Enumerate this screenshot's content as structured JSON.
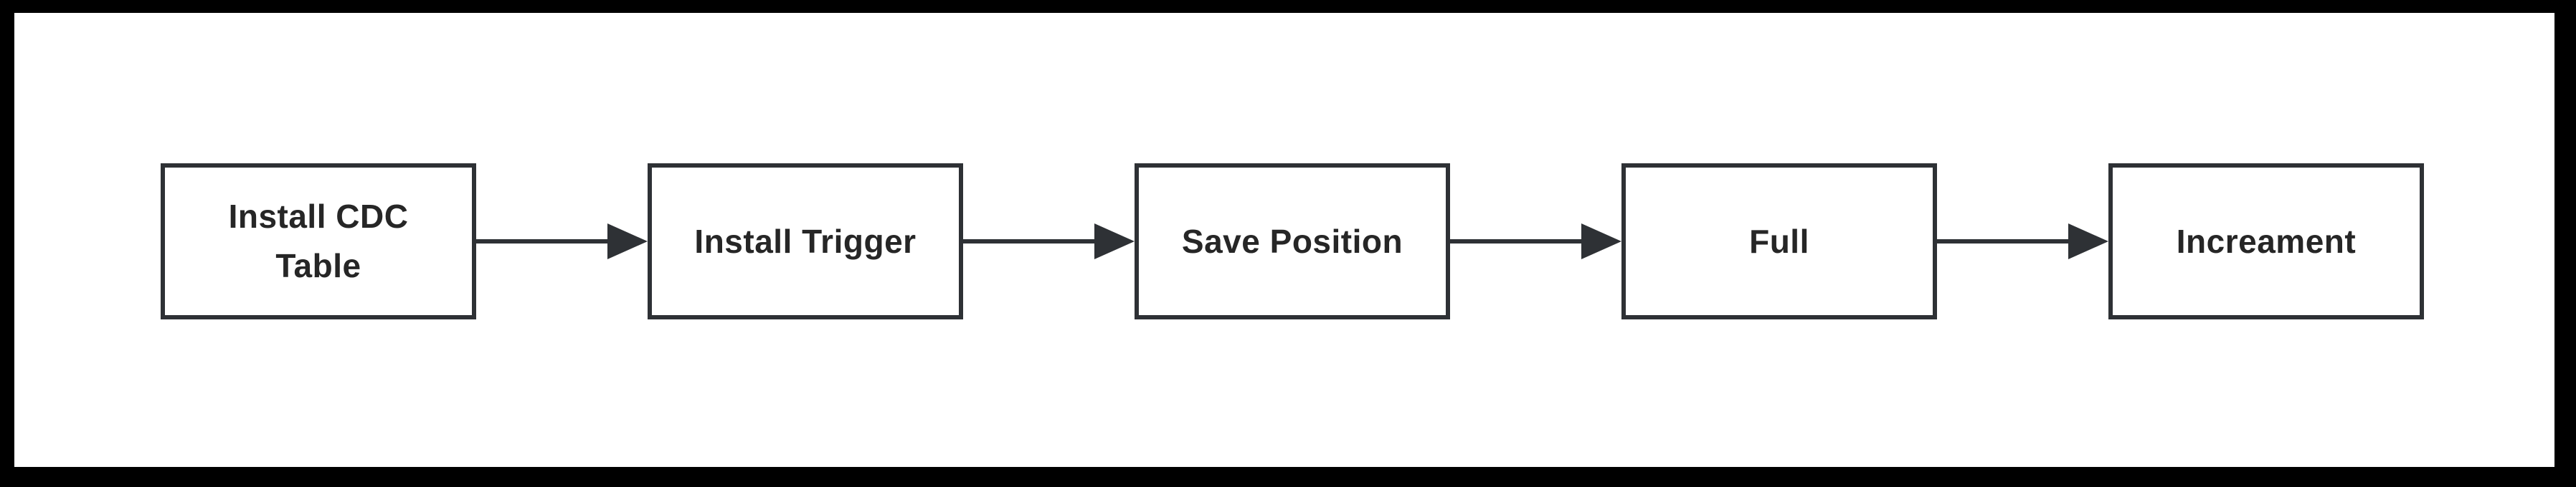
{
  "diagram": {
    "type": "flowchart",
    "direction": "left-to-right",
    "colors": {
      "outer_frame": "#000000",
      "canvas_background": "#ffffff",
      "node_fill": "#ffffff",
      "node_border": "#2e3135",
      "arrow": "#2e3135",
      "text": "#262626"
    },
    "nodes": [
      {
        "id": "install-cdc-table",
        "label": "Install CDC Table"
      },
      {
        "id": "install-trigger",
        "label": "Install Trigger"
      },
      {
        "id": "save-position",
        "label": "Save Position"
      },
      {
        "id": "full",
        "label": "Full"
      },
      {
        "id": "increament",
        "label": "Increament"
      }
    ],
    "edges": [
      {
        "from": "install-cdc-table",
        "to": "install-trigger"
      },
      {
        "from": "install-trigger",
        "to": "save-position"
      },
      {
        "from": "save-position",
        "to": "full"
      },
      {
        "from": "full",
        "to": "increament"
      }
    ]
  }
}
